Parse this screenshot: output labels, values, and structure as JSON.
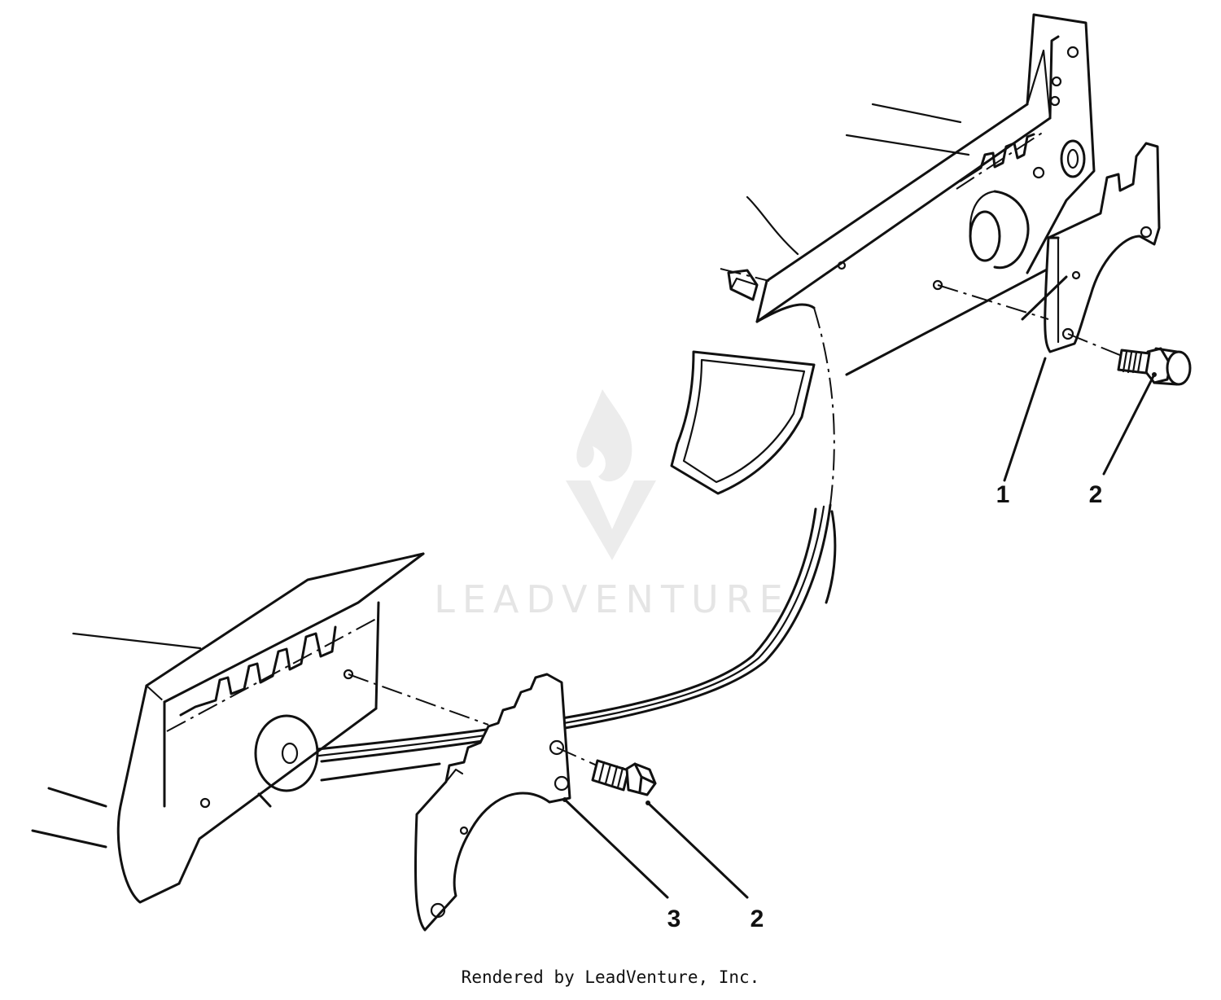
{
  "diagram": {
    "callouts": [
      {
        "id": "1",
        "label": "1"
      },
      {
        "id": "2a",
        "label": "2"
      },
      {
        "id": "3",
        "label": "3"
      },
      {
        "id": "2b",
        "label": "2"
      }
    ]
  },
  "watermark": {
    "text": "LEADVENTURE"
  },
  "footer": {
    "text": "Rendered by LeadVenture, Inc."
  }
}
